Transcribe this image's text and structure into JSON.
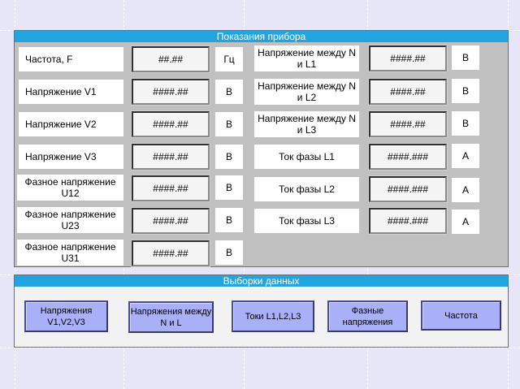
{
  "panel_readings": {
    "title": "Показания прибора"
  },
  "left_rows": [
    {
      "label": "Частота, F",
      "value": "##.##",
      "unit": "Гц"
    },
    {
      "label": "Напряжение V1",
      "value": "####.##",
      "unit": "В"
    },
    {
      "label": "Напряжение V2",
      "value": "####.##",
      "unit": "В"
    },
    {
      "label": "Напряжение V3",
      "value": "####.##",
      "unit": "В"
    },
    {
      "label": "Фазное напряжение U12",
      "value": "####.##",
      "unit": "В"
    },
    {
      "label": "Фазное напряжение U23",
      "value": "####.##",
      "unit": "В"
    },
    {
      "label": "Фазное напряжение U31",
      "value": "####.##",
      "unit": "В"
    }
  ],
  "right_rows": [
    {
      "label": "Напряжение между N и L1",
      "value": "####.##",
      "unit": "В"
    },
    {
      "label": "Напряжение между N и L2",
      "value": "####.##",
      "unit": "В"
    },
    {
      "label": "Напряжение между N и L3",
      "value": "####.##",
      "unit": "В"
    },
    {
      "label": "Ток фазы L1",
      "value": "####.###",
      "unit": "А"
    },
    {
      "label": "Ток фазы L2",
      "value": "####.###",
      "unit": "А"
    },
    {
      "label": "Ток фазы L3",
      "value": "####.###",
      "unit": "А"
    }
  ],
  "panel_samples": {
    "title": "Выборки данных",
    "buttons": [
      "Напряжения V1,V2,V3",
      "Напряжения между N и L",
      "Токи L1,L2,L3",
      "Фазные напряжения",
      "Частота"
    ]
  },
  "colors": {
    "title_bar": "#22a4e0",
    "button_fill": "#aab0f8",
    "background": "#e6e6f8"
  }
}
